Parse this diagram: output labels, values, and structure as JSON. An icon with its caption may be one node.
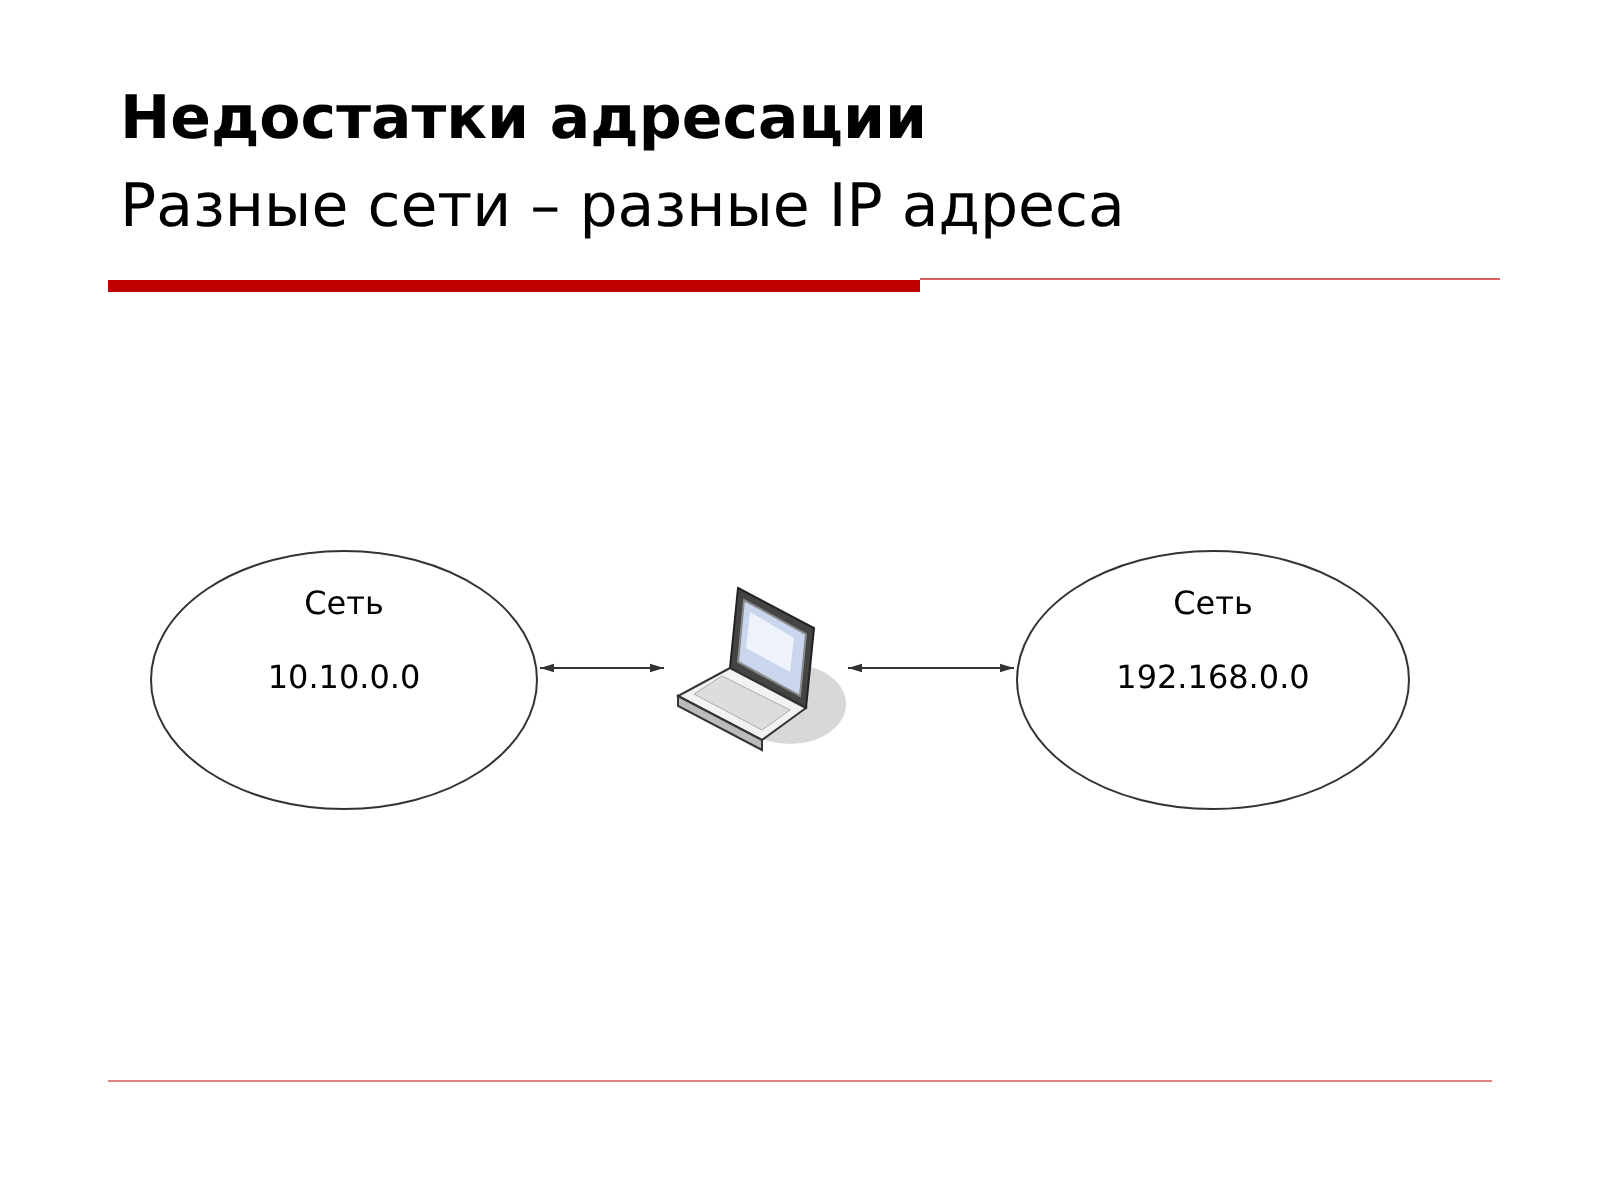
{
  "diagram": {
    "title": "Недостатки адресации",
    "nodes": [
      {
        "text": [
          "Сеть",
          "10.10.0.0"
        ]
      },
      {
        "text": [],
        "shape": "picture"
      },
      {
        "text": [
          "Сеть",
          "192.168.0.0"
        ]
      }
    ],
    "edges": [
      {
        "from": 0,
        "to": 1,
        "arrow": "both"
      },
      {
        "from": 1,
        "to": 2,
        "arrow": "both"
      }
    ],
    "labels": [
      "Разные сети – разные IP адреса"
    ]
  }
}
